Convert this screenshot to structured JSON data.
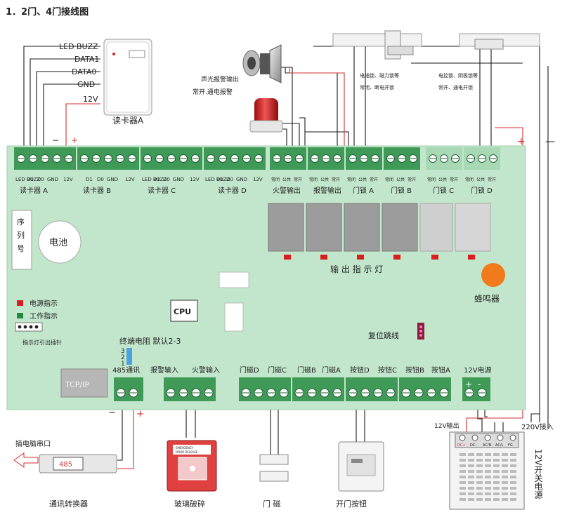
{
  "title": "1．2门、4门接线图",
  "reader": {
    "pin_labels": [
      "LED BUZZ",
      "DATA1",
      "DATA0",
      "GND",
      "12V"
    ],
    "minus": "−",
    "plus": "+",
    "name": "读卡器A"
  },
  "alarm": {
    "line1": "声光报警输出",
    "line2": "常开.通电报警"
  },
  "locks": [
    {
      "line1": "电插锁、磁力锁等",
      "line2": "常闭、断电开锁"
    },
    {
      "line1": "电控锁、阴极锁等",
      "line2": "常开、通电开锁"
    }
  ],
  "rail": {
    "plus": "+",
    "minus": "—"
  },
  "board": {
    "reader_groups": [
      {
        "pins": [
          "LED BUZZ",
          "D1",
          "D0",
          "GND",
          "12V"
        ],
        "name": "读卡器 A"
      },
      {
        "pins": [
          "D1",
          "D0",
          "GND",
          "12V"
        ],
        "name": "读卡器 B"
      },
      {
        "pins": [
          "LED BUZZ",
          "D1",
          "D0",
          "GND",
          "12V"
        ],
        "name": "读卡器 C"
      },
      {
        "pins": [
          "LED BUZZ",
          "D1",
          "D0",
          "GND",
          "12V"
        ],
        "name": "读卡器 D"
      }
    ],
    "relay_groups": [
      {
        "pins": [
          "常闭",
          "公共",
          "常开"
        ],
        "name": "火警输出"
      },
      {
        "pins": [
          "常闭",
          "公共",
          "常开"
        ],
        "name": "报警输出"
      },
      {
        "pins": [
          "常闭",
          "公共",
          "常开"
        ],
        "name": "门锁 A"
      },
      {
        "pins": [
          "常闭",
          "公共",
          "常开"
        ],
        "name": "门锁 B"
      },
      {
        "pins": [
          "常闭",
          "公共",
          "常开"
        ],
        "name": "门锁 C"
      },
      {
        "pins": [
          "常闭",
          "公共",
          "常开"
        ],
        "name": "门锁 D"
      }
    ],
    "serial": [
      "序",
      "列",
      "号"
    ],
    "battery": "电池",
    "output_leds": "输 出 指 示 灯",
    "buzzer": "蜂鸣器",
    "cpu": "CPU",
    "power_led": "电源指示",
    "work_led": "工作指示",
    "led_header": "指示灯引出插针",
    "reset": "复位跳线",
    "terminator": "终端电阻 默认2-3",
    "jumper_nums": [
      "3",
      "2",
      "1"
    ],
    "tcpip": "TCP/IP",
    "bottom_labels": [
      "485通讯",
      "报警输入",
      "火警输入",
      "门磁D",
      "门磁C",
      "门磁B",
      "门磁A",
      "按钮D",
      "按钮C",
      "按钮B",
      "按钮A",
      "12V电源"
    ],
    "bottom_minus": "−",
    "bottom_plus": "+",
    "power_plus": "+",
    "power_minus": "-"
  },
  "converter": {
    "port": "插电脑串口",
    "display": "485",
    "name": "通讯转换器"
  },
  "glass": {
    "label1": "EMERGENCY",
    "label2": "DOOR RELEASE",
    "name": "玻璃破碎"
  },
  "door_contact": {
    "name": "门 磁"
  },
  "exit_button": {
    "name": "开门按钮"
  },
  "psu": {
    "out12": "12V输出",
    "in220": "220V接入",
    "terminals": [
      "DC+",
      "DC-",
      "AC/N",
      "AC/L",
      "FG"
    ],
    "name": "12V开关电源"
  },
  "colors": {
    "terminal_green": "#3f9a58",
    "board_green": "#c2e6cb",
    "led_red": "#d81e1e",
    "led_green": "#1f8a3a",
    "buzzer_orange": "#f07a1c",
    "wire_red": "#d32f2f"
  }
}
